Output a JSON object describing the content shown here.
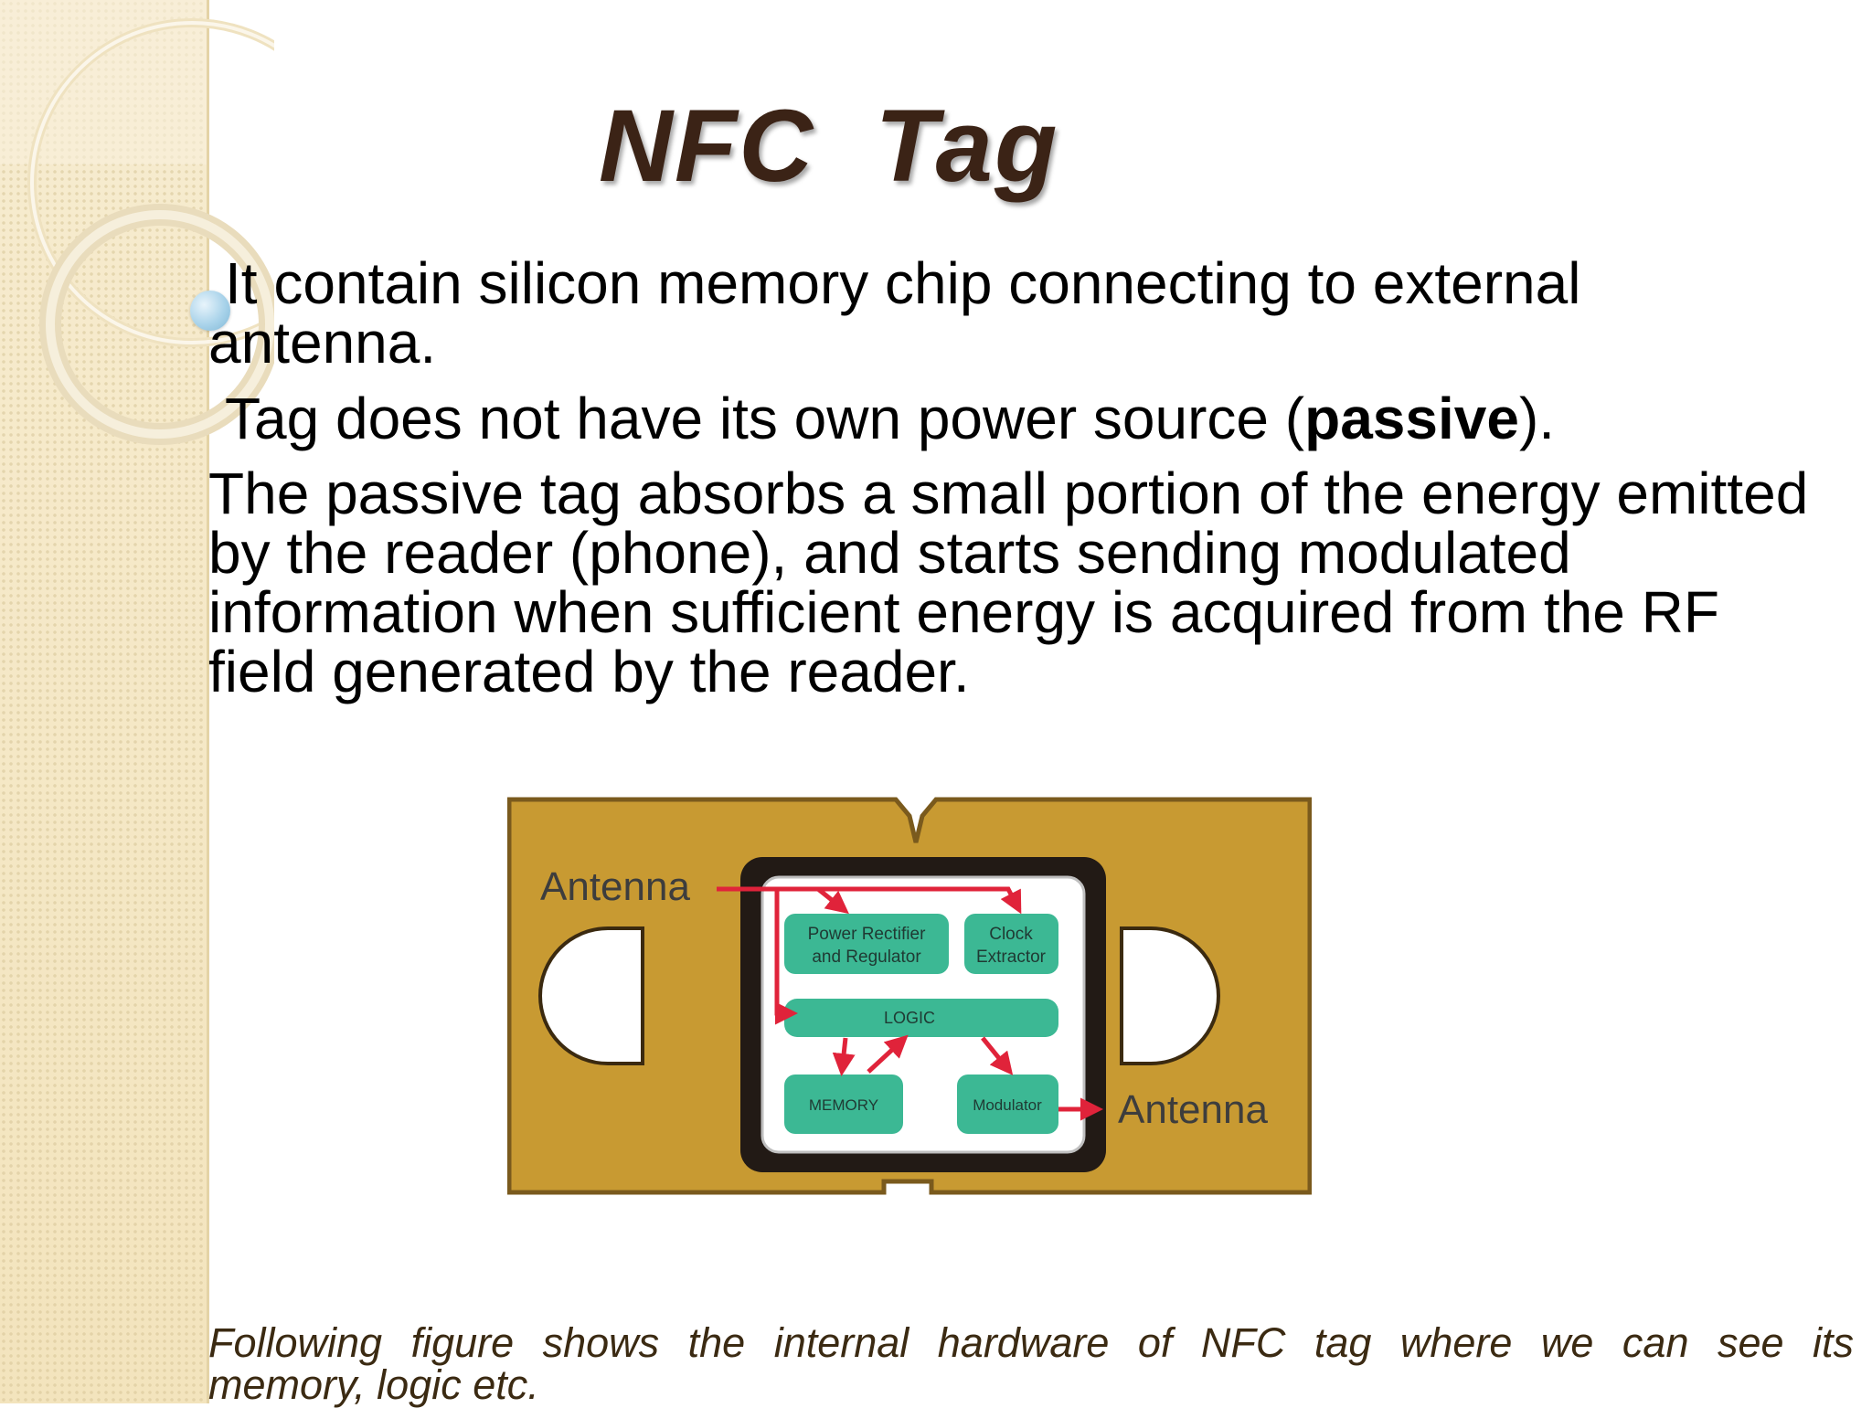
{
  "slide": {
    "title": "NFC  Tag",
    "bullets": [
      {
        "text": "It contain silicon memory chip connecting to external antenna."
      },
      {
        "text_before": "Tag does not have its own power source (",
        "bold": "passive",
        "text_after": ")."
      },
      {
        "text": "The passive tag absorbs a small portion of the energy emitted by the reader (phone), and starts sending modulated information when sufficient energy is acquired from the RF field generated by the reader."
      }
    ],
    "figure": {
      "labels": {
        "antenna_left": "Antenna",
        "antenna_right": "Antenna",
        "power_rectifier_1": "Power Rectifier",
        "power_rectifier_2": "and Regulator",
        "clock_extractor_1": "Clock",
        "clock_extractor_2": "Extractor",
        "logic": "LOGIC",
        "memory": "MEMORY",
        "modulator": "Modulator"
      }
    },
    "caption_line1": "Following figure shows the internal hardware of NFC tag where we can see its",
    "caption_line2": "memory, logic etc."
  },
  "colors": {
    "title": "#3b2316",
    "tag_body": "#c89a32",
    "chip_block": "#3cb894",
    "arrow": "#e0233a",
    "side_panel": "#f5e8c4",
    "bullet_dot": "#a9d3ea"
  }
}
